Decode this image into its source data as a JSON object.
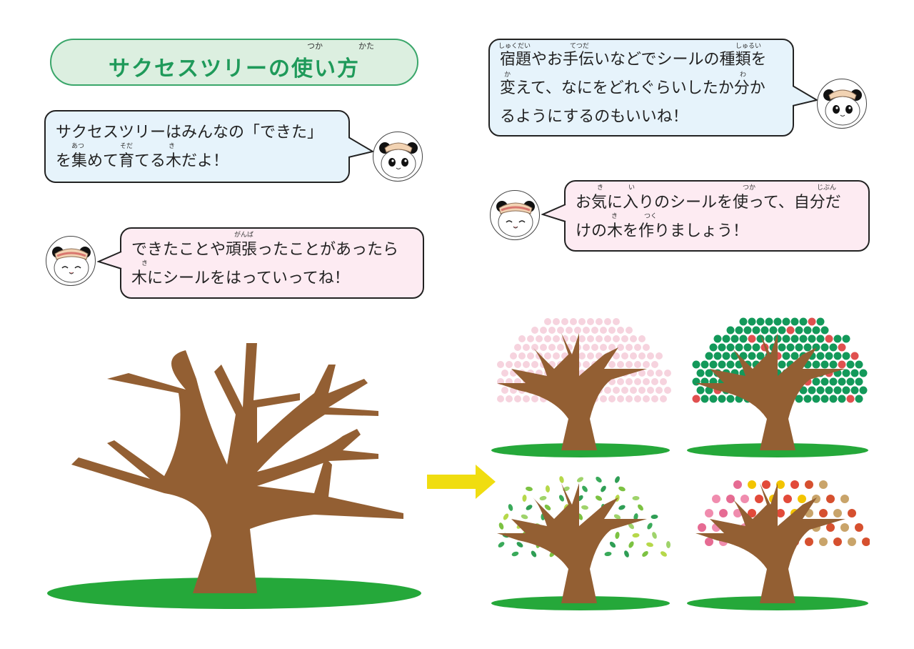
{
  "title": {
    "text": "サクセスツリーの使い方",
    "ruby": [
      "つか",
      "かた"
    ]
  },
  "bubbles": [
    {
      "id": "intro",
      "lines": [
        "サクセスツリーはみんなの「できた」",
        "を集めて育てる木だよ！"
      ],
      "ruby": [
        "あつ",
        "そだ",
        "き"
      ],
      "color": "#e6f3fb"
    },
    {
      "id": "stickers",
      "lines": [
        "できたことや頑張ったことがあったら",
        "木にシールをはっていってね！"
      ],
      "ruby": [
        "がんば",
        "き"
      ],
      "color": "#fdebf2"
    },
    {
      "id": "types",
      "lines": [
        "宿題やお手伝いなどでシールの種類を",
        "変えて、なにをどれぐらいしたか分か",
        "るようにするのもいいね！"
      ],
      "ruby": [
        "しゅくだい",
        "てつだ",
        "しゅるい",
        "か",
        "わ"
      ],
      "color": "#e6f3fb"
    },
    {
      "id": "favorite",
      "lines": [
        "お気に入りのシールを使って、自分だ",
        "けの木を作りましょう！"
      ],
      "ruby": [
        "き",
        "い",
        "つか",
        "じぶん",
        "き",
        "つく"
      ],
      "color": "#fdebf2"
    }
  ],
  "characters": {
    "panda_open_eyes": "panda-open-eyes",
    "panda_smiling": "panda-smiling"
  },
  "illustrations": {
    "bare_tree": "bare-tree",
    "arrow": "right-arrow",
    "examples": [
      "cherry-blossom-tree",
      "apple-tree",
      "green-leaf-tree",
      "four-seasons-sticker-tree"
    ]
  },
  "colors": {
    "trunk": "#935f33",
    "grass": "#25a83a",
    "title_green": "#1f9a5a",
    "arrow_yellow": "#f0dd10",
    "blossom_pink": "#f6d3de",
    "leaf_green": "#13995a",
    "apple_red": "#e0504f"
  }
}
